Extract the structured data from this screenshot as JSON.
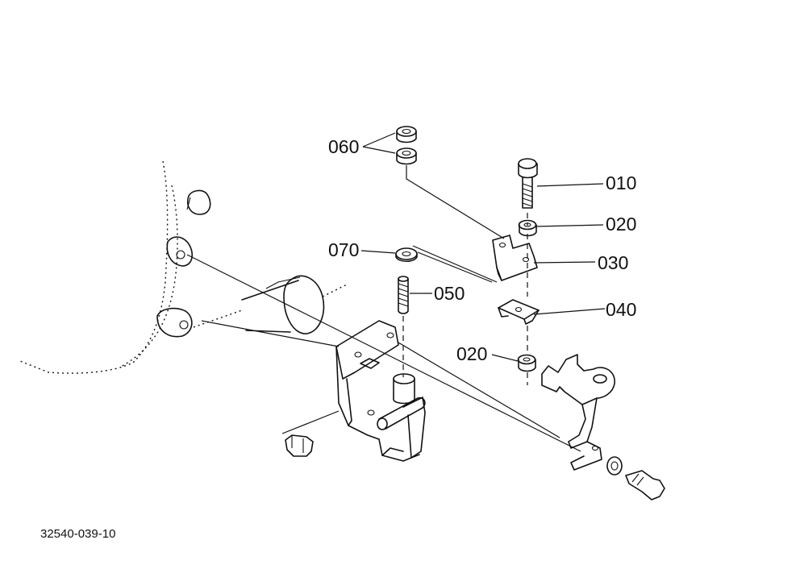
{
  "diagram": {
    "callouts": [
      {
        "id": "060",
        "label": "060"
      },
      {
        "id": "010",
        "label": "010"
      },
      {
        "id": "020a",
        "label": "020"
      },
      {
        "id": "070",
        "label": "070"
      },
      {
        "id": "050",
        "label": "050"
      },
      {
        "id": "030",
        "label": "030"
      },
      {
        "id": "040",
        "label": "040"
      },
      {
        "id": "020b",
        "label": "020"
      }
    ],
    "drawing_code": "32540-039-10"
  }
}
